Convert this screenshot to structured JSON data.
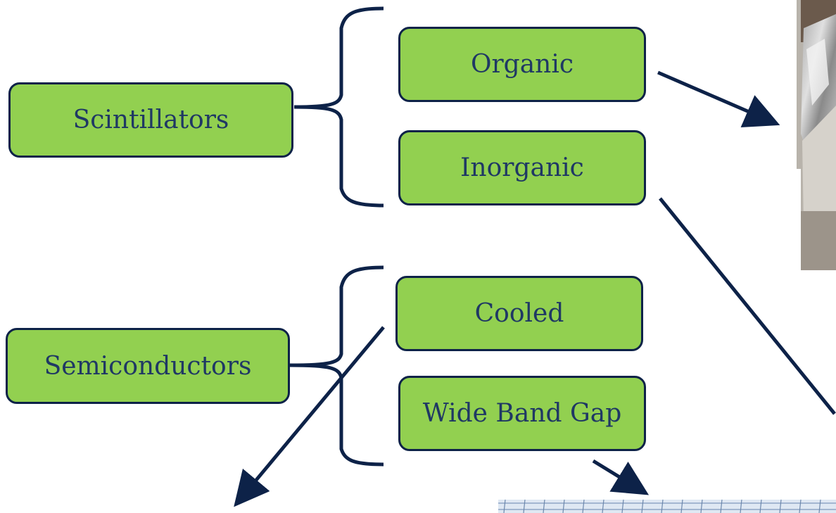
{
  "categories": [
    {
      "label": "Scintillators",
      "children": [
        {
          "label": "Organic"
        },
        {
          "label": "Inorganic"
        }
      ]
    },
    {
      "label": "Semiconductors",
      "children": [
        {
          "label": "Cooled"
        },
        {
          "label": "Wide Band Gap"
        }
      ]
    }
  ],
  "colors": {
    "box_fill": "#92d050",
    "box_border": "#0d2248",
    "text": "#1f3864",
    "connector": "#0d2248"
  }
}
